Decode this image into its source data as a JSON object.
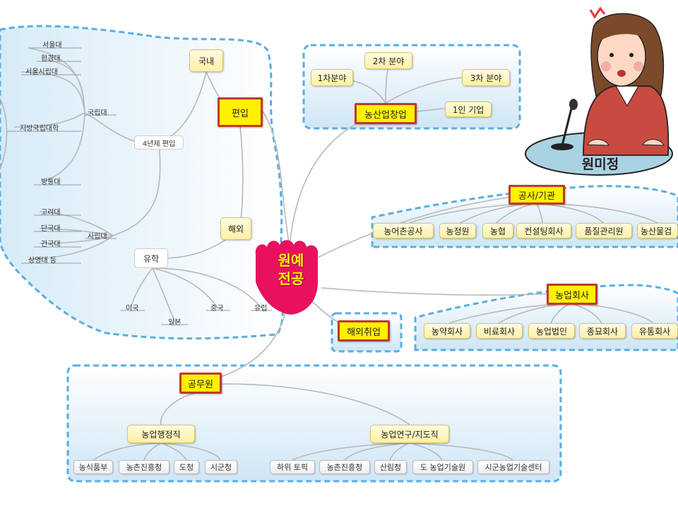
{
  "center": {
    "line1": "원예",
    "line2": "전공"
  },
  "speaker": {
    "name": "원미정"
  },
  "transfer": {
    "title": "편입",
    "domestic": "국내",
    "four_year": "4년제 편입",
    "national": "국립대",
    "national_schools": [
      "서울대",
      "한경대",
      "서울시립대",
      "지방국립대학",
      "방통대"
    ],
    "private": "사립대",
    "private_schools": [
      "고려대",
      "단국대",
      "건국대",
      "상명대 등"
    ],
    "abroad": "해외",
    "study_abroad": "유학",
    "countries": [
      "미국",
      "일본",
      "중국",
      "유럽"
    ]
  },
  "startup": {
    "title": "농산업창업",
    "items": [
      "1차분야",
      "2차 분야",
      "3차 분야",
      "1인 기업"
    ]
  },
  "public_agency": {
    "title": "공사/기관",
    "items": [
      "농어촌공사",
      "농정원",
      "농협",
      "컨설팅회사",
      "품질관리원",
      "농산물검"
    ]
  },
  "agri_company": {
    "title": "농업회사",
    "items": [
      "농약회사",
      "비료회사",
      "농업법인",
      "종묘회사",
      "유통회사"
    ]
  },
  "overseas_job": {
    "title": "해외취업"
  },
  "civil_servant": {
    "title": "공무원",
    "admin": "농업행정직",
    "admin_items": [
      "농식품부",
      "농촌진흥청",
      "도청",
      "시군청"
    ],
    "research": "농업연구/지도직",
    "research_items": [
      "하위 토픽",
      "농촌진흥청",
      "산림청",
      "도 농업기술원",
      "시군농업기술센터"
    ]
  },
  "colors": {
    "region_fill": "#d9ecf8",
    "region_border": "#5aaee0",
    "highlight": "#fff100",
    "highlight_border": "#c0392b",
    "center": "#e8115f"
  }
}
